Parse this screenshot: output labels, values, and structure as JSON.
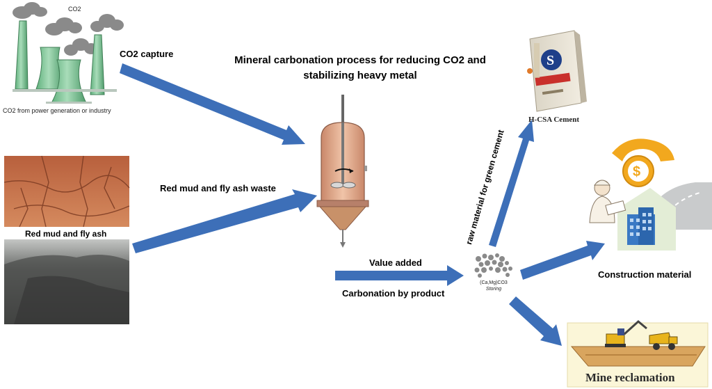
{
  "labels": {
    "co2_symbol": "CO2",
    "co2_capture": "CO2 capture",
    "co2_source": "CO2 from power generation or industry",
    "title_line1": "Mineral carbonation process for reducing CO2 and",
    "title_line2": "stabilizing heavy metal",
    "red_mud_caption": "Red mud and fly ash",
    "red_mud_waste": "Red mud and fly ash waste",
    "value_added": "Value added",
    "carbonation_by_product": "Carbonation by product",
    "storing_line1": "(Ca,Mg)CO3",
    "storing_line2": "Storing",
    "raw_material": "raw material for green cement",
    "cement": "H-CSA Cement",
    "construction": "Construction material",
    "mine": "Mine reclamation"
  },
  "colors": {
    "arrow": "#3d6fb8",
    "tower": "#7fc79a",
    "reactor": "#e0a98a",
    "coin": "#f2a81e",
    "building": "#3a79c4"
  }
}
